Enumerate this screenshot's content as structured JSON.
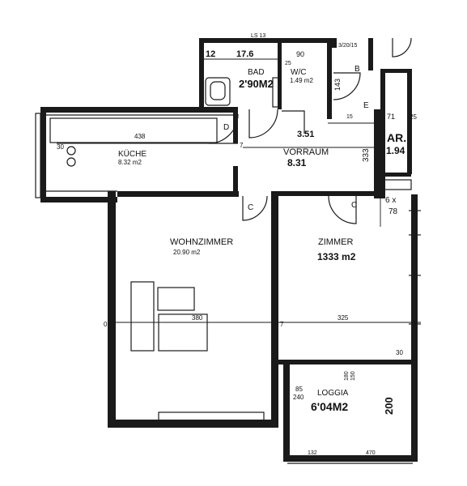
{
  "rooms": {
    "bad": {
      "name": "BAD",
      "area": "2'90M2",
      "dims": [
        "12",
        "17.6"
      ]
    },
    "wc": {
      "name": "W/C",
      "area": "1.49 m2",
      "dim": "90"
    },
    "kueche": {
      "name": "KÜCHE",
      "area": "8.32 m2",
      "dims": [
        "438",
        "30"
      ]
    },
    "vorraum": {
      "name": "VORRAUM",
      "area": "8.31",
      "dims": [
        "3.51",
        "333",
        "7"
      ]
    },
    "ar": {
      "name": "AR.",
      "area": "1.94"
    },
    "wohnzimmer": {
      "name": "WOHNZIMMER",
      "area": "20.90 m2",
      "dim": "380"
    },
    "zimmer": {
      "name": "ZIMMER",
      "area": "1333 m2",
      "dim": "325"
    },
    "loggia": {
      "name": "LOGGIA",
      "area": "6'04M2",
      "dims": [
        "85",
        "240",
        "180",
        "150",
        "200"
      ]
    }
  },
  "labels": {
    "ls": "LS 13",
    "top_dims": "3/20/15",
    "door_d": "D",
    "door_c_left": "C",
    "door_c_right": "C",
    "marker_b": "B",
    "marker_e": "E",
    "small_143": "143",
    "small_71": "71",
    "small_25_a": "25",
    "small_25_b": "25",
    "small_15": "15",
    "small_6x78": "6 x",
    "small_78": "78",
    "axis_0": "0",
    "axis_7a": "7",
    "axis_7b": "7",
    "axis_30": "30",
    "bottom_132": "132",
    "bottom_470": "470"
  }
}
